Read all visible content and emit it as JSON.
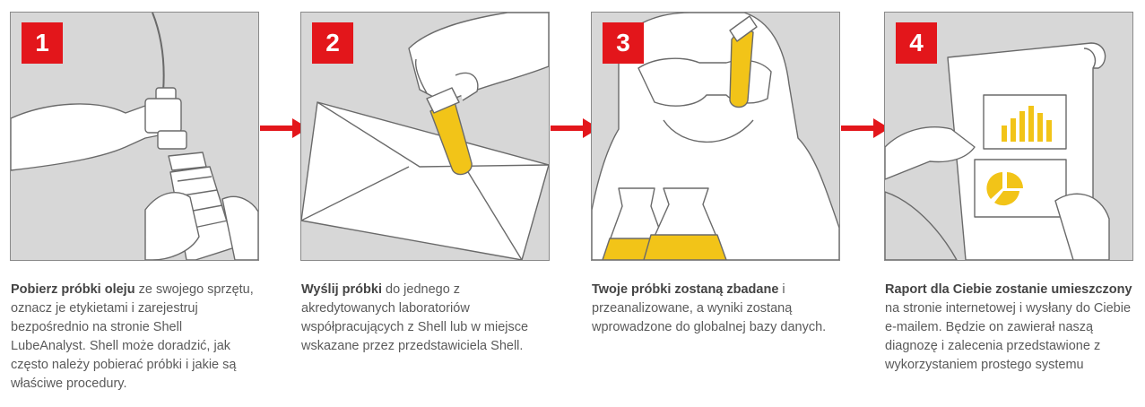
{
  "accent_color": "#e3161b",
  "highlight_color": "#f2c418",
  "steps": [
    {
      "number": "1",
      "title": "Pobierz próbki oleju",
      "text": " ze swojego sprzętu, oznacz je etykietami i zarejestruj bezpośrednio na stronie Shell LubeAnalyst. Shell może doradzić, jak często należy pobierać próbki i jakie są właściwe procedury."
    },
    {
      "number": "2",
      "title": "Wyślij próbki",
      "text": " do jednego z akredytowanych laboratoriów współpracujących z Shell lub w miejsce wskazane przez przedstawiciela Shell."
    },
    {
      "number": "3",
      "title": "Twoje próbki zostaną zbadane",
      "text": " i przeanalizowane, a wyniki zostaną wprowadzone do globalnej bazy danych."
    },
    {
      "number": "4",
      "title": "Raport dla Ciebie zostanie umieszczony",
      "text": " na stronie internetowej i wysłany do Ciebie e-mailem. Będzie on zawierał naszą diagnozę i zalecenia przedstawione z wykorzystaniem prostego systemu"
    }
  ]
}
